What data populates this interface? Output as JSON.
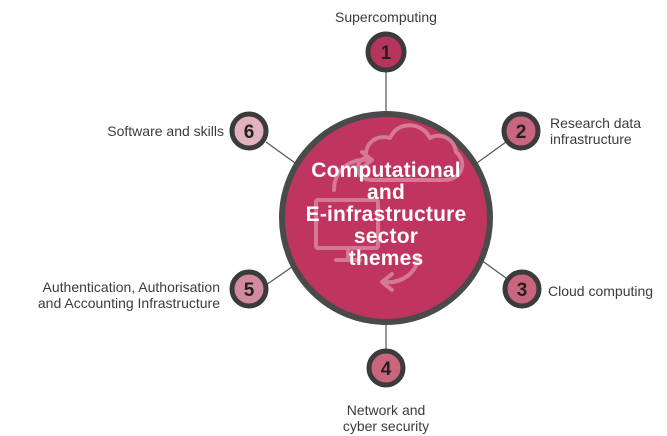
{
  "hub": {
    "title_lines": [
      "Computational",
      "and",
      "E-infrastructure",
      "sector",
      "themes"
    ]
  },
  "themes": [
    {
      "number": "1",
      "label_lines": [
        "Supercomputing"
      ]
    },
    {
      "number": "2",
      "label_lines": [
        "Research data",
        "infrastructure"
      ]
    },
    {
      "number": "3",
      "label_lines": [
        "Cloud computing"
      ]
    },
    {
      "number": "4",
      "label_lines": [
        "Network and",
        "cyber security"
      ]
    },
    {
      "number": "5",
      "label_lines": [
        "Authentication, Authorisation",
        "and Accounting Infrastructure"
      ]
    },
    {
      "number": "6",
      "label_lines": [
        "Software and skills"
      ]
    }
  ],
  "colors": {
    "hub_fill": "#c0355f",
    "hub_ring": "#4a4a4a",
    "node_ring": "#3b3b3b",
    "node_fill_dark": "#b5355e",
    "node_fill_mid": "#c9667e",
    "node_fill_light": "#e2b3bf",
    "connector": "#555555",
    "text": "#3c3c3c"
  },
  "icons": [
    "cloud-icon",
    "monitor-icon",
    "arrows-icon"
  ]
}
